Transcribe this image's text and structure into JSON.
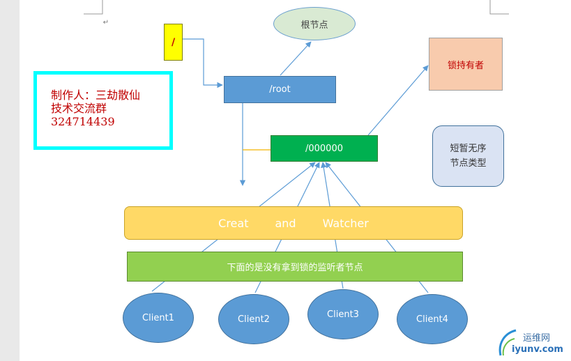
{
  "nodes": {
    "slash": "/",
    "root_label": "根节点",
    "root": "/root",
    "lock_owner": "锁持有者",
    "znode": "/000000",
    "ephemeral_seq": [
      "短暂无序",
      "节点类型"
    ],
    "creat_watcher": {
      "w1": "Creat",
      "w2": "and",
      "w3": "Watcher"
    },
    "waiting": "下面的是没有拿到锁的监听者节点",
    "clients": [
      "Client1",
      "Client2",
      "Client3",
      "Client4"
    ]
  },
  "author_note": {
    "line1": "制作人：三劫散仙",
    "line2": "技术交流群",
    "line3": "324714439"
  },
  "watermark": {
    "cn": "运维网",
    "domain": "iyunv.com"
  },
  "paragraph_mark": "↵",
  "colors": {
    "blue_node": "#5b9bd5",
    "green_node": "#00b050",
    "yellow_node": "#ffff00",
    "peach_node": "#f8cbad",
    "light_green_ellipse": "#d9ead3",
    "gold_bar": "#ffd966",
    "lime_bar": "#92d050",
    "cyan_border": "#00ffff",
    "red_text": "#c00000",
    "arrow": "#5b9bd5"
  }
}
